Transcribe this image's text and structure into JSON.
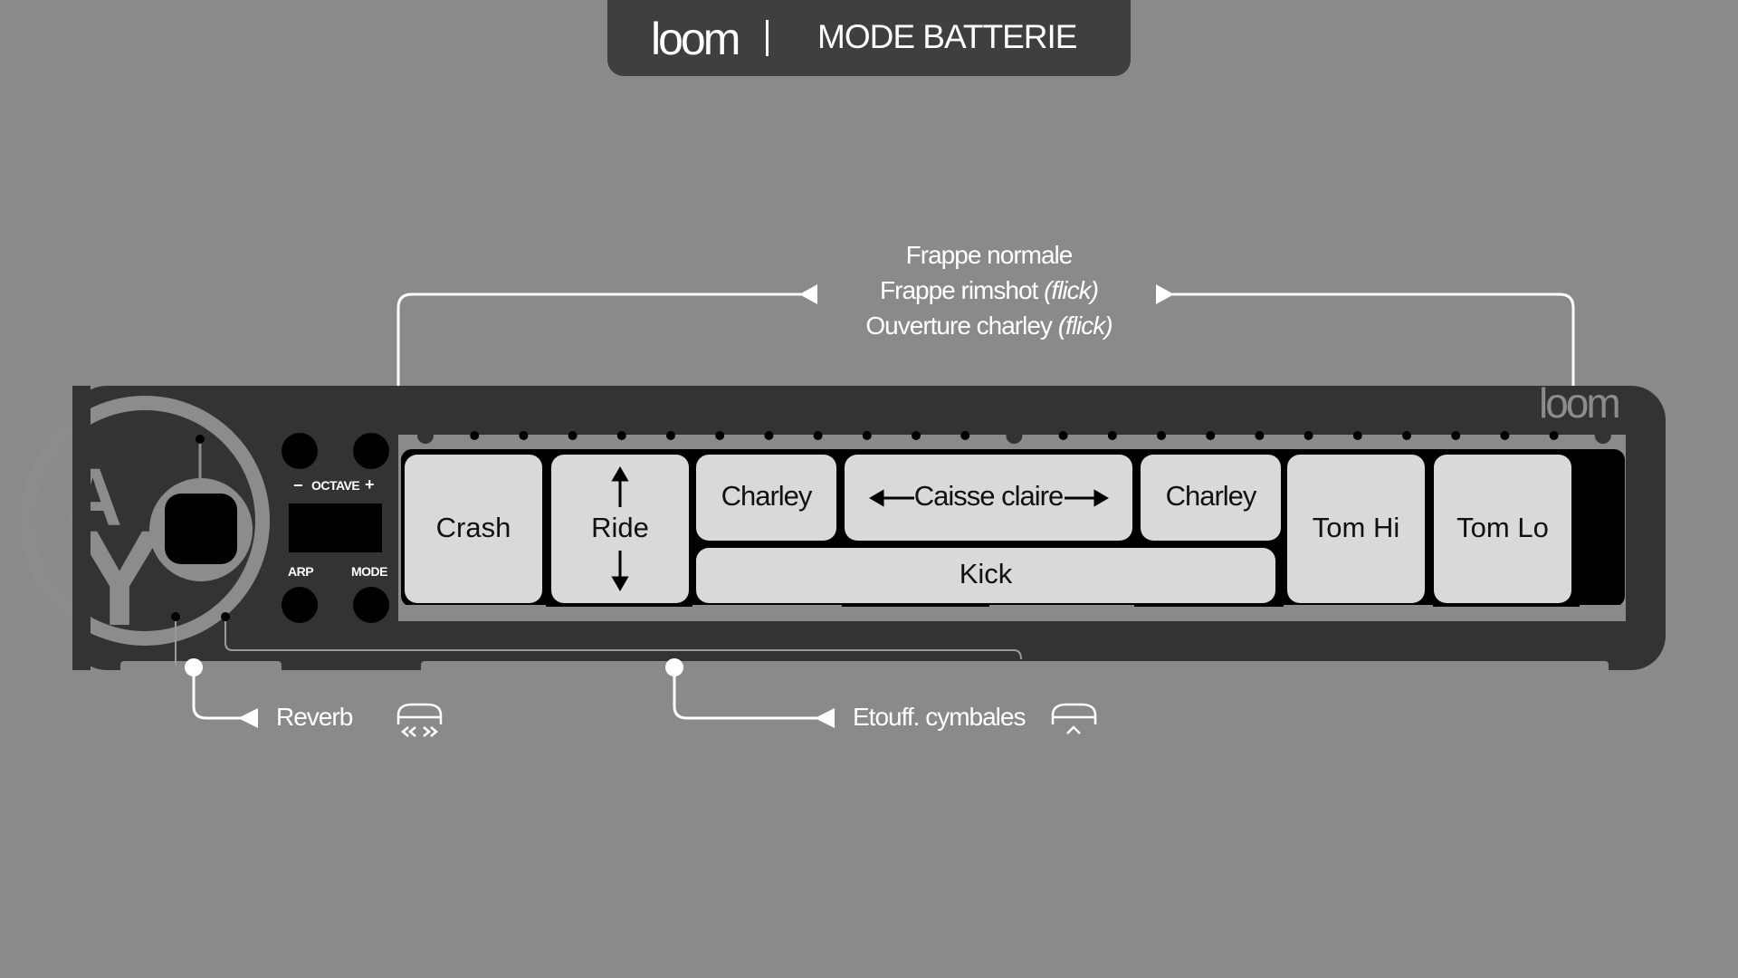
{
  "header": {
    "logo": "loom",
    "title": "MODE BATTERIE"
  },
  "gestures": {
    "line1": "Frappe normale",
    "line2_prefix": "Frappe rimshot ",
    "line2_em": "(flick)",
    "line3_prefix": "Ouverture charley ",
    "line3_em": "(flick)"
  },
  "pads": {
    "crash": "Crash",
    "ride": "Ride",
    "charley_left": "Charley",
    "caisse_claire": "Caisse claire",
    "charley_right": "Charley",
    "kick": "Kick",
    "tom_hi": "Tom Hi",
    "tom_lo": "Tom Lo"
  },
  "controls": {
    "octave": "OCTAVE",
    "octave_minus": "−",
    "octave_plus": "+",
    "arp": "ARP",
    "mode": "MODE",
    "device_logo": "loom"
  },
  "strips": {
    "reverb": "Reverb",
    "reverb_icon": "swipe-horizontal-icon",
    "mute": "Etouff. cymbales",
    "mute_icon": "swipe-up-icon"
  },
  "colors": {
    "background": "#8a8a8a",
    "device": "#333333",
    "pad": "#d9d9d9",
    "header": "#3f3f3f"
  }
}
